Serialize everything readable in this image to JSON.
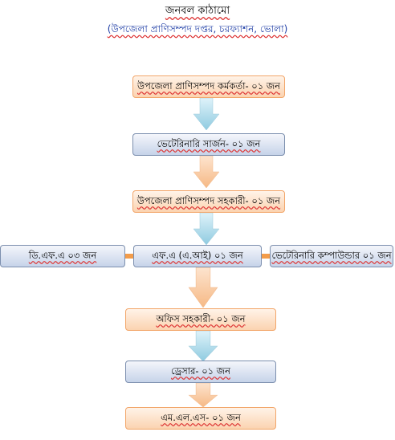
{
  "title": "জনবল কাঠামো",
  "subtitle": "(উপজেলা প্রাণিসম্পদ দপ্তর, চরফ্যাশন, ভোলা)",
  "boxes": {
    "upazila_officer": "উপজেলা প্রাণিসম্পদ কর্মকর্তা- ০১ জন",
    "veterinary_surgeon": "ভেটেরিনারি সার্জন- ০১ জন",
    "upazila_assistant": "উপজেলা প্রাণিসম্পদ সহকারী- ০১ জন",
    "dfa": "ডি.এফ.এ ০৩ জন",
    "fa_ai": "এফ.এ (এ.আই) ০১ জন",
    "veterinary_compounder": "ভেটেরিনারি কম্পাউন্ডার ০১ জন",
    "office_assistant": "অফিস সহকারী- ০১ জন",
    "dresser": "ড্রেসার- ০১ জন",
    "mlss": "এম.এল.এস- ০১ জন"
  },
  "colors": {
    "orange_fill_top": "#fff3e8",
    "orange_fill_bottom": "#fbd3b0",
    "orange_border": "#f2a66a",
    "blue_fill_top": "#f4f6fb",
    "blue_fill_bottom": "#c6d3e9",
    "blue_border": "#7c8fae",
    "arrow_blue": "#9fd3e6",
    "arrow_orange": "#f8c79c",
    "connector": "#f39c4a"
  }
}
